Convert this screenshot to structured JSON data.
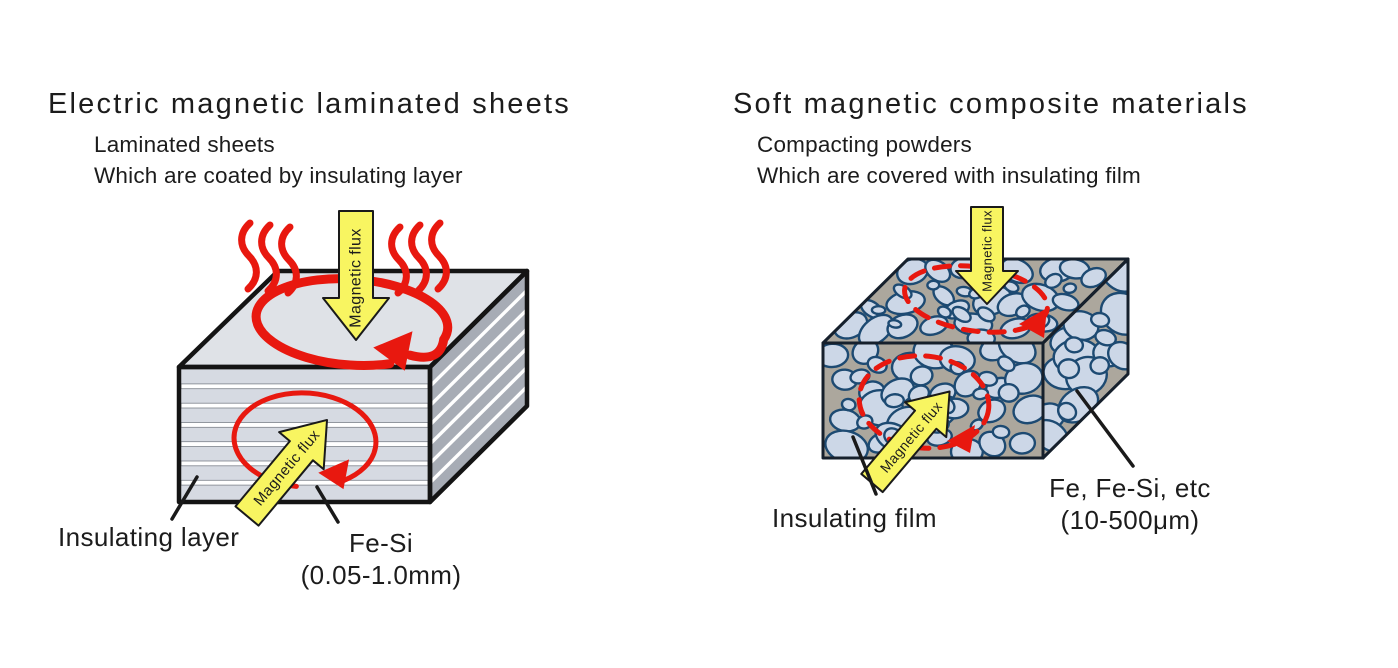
{
  "left": {
    "title": "Electric magnetic laminated sheets",
    "subtitle_line1": "Laminated sheets",
    "subtitle_line2": "Which are coated by insulating layer",
    "flux_label_top": "Magnetic flux",
    "flux_label_front": "Magnetic flux",
    "label_insulating": "Insulating layer",
    "label_material": "Fe-Si",
    "label_size": "(0.05-1.0mm)"
  },
  "right": {
    "title": "Soft magnetic composite materials",
    "subtitle_line1": "Compacting powders",
    "subtitle_line2": "Which are covered with insulating film",
    "flux_label_top": "Magnetic flux",
    "flux_label_front": "Magnetic flux",
    "label_insulating": "Insulating film",
    "label_material": "Fe, Fe-Si, etc",
    "label_size": "(10-500μm)"
  },
  "colors": {
    "red": "#e8180f",
    "yellow": "#f8f561",
    "ink": "#1c1c1c",
    "navy": "#1d4a72",
    "particle_fill": "#ccd7e7",
    "gap_tan": "#aca79d",
    "steel_top": "#dfe2e7",
    "steel_front": "#d6dae2",
    "steel_side": "#a7acb5"
  }
}
